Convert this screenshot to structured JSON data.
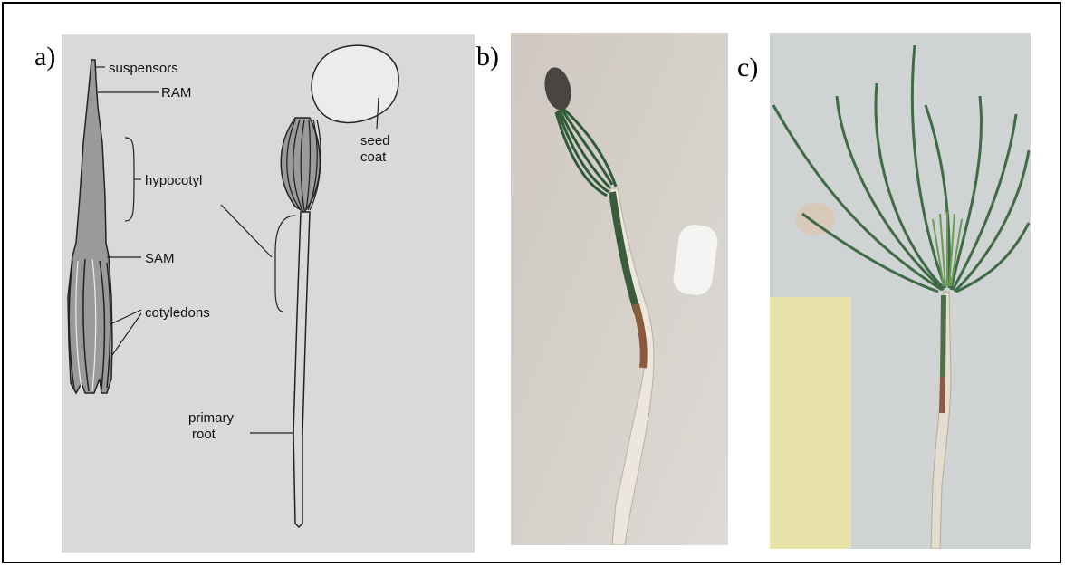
{
  "panels": [
    {
      "letter": "a)",
      "kind": "line-drawing"
    },
    {
      "letter": "b)",
      "kind": "photograph"
    },
    {
      "letter": "c)",
      "kind": "photograph"
    }
  ],
  "diagram": {
    "labels": {
      "suspensors": "suspensors",
      "ram": "RAM",
      "hypocotyl": "hypocotyl",
      "sam": "SAM",
      "cotyledons": "cotyledons",
      "seed_coat_1": "seed",
      "seed_coat_2": "coat",
      "primary_root_1": "primary",
      "primary_root_2": "root"
    }
  },
  "colors": {
    "drawing_bg": "#d9d9d9",
    "embryo_fill": "#9a9a9a",
    "photo_bg_b": "#d4d0cb",
    "photo_bg_c": "#cfd3d4",
    "needle_green": "#3f6b46",
    "root_white": "#ece6dc",
    "sticky_note": "#e6e2a8"
  }
}
